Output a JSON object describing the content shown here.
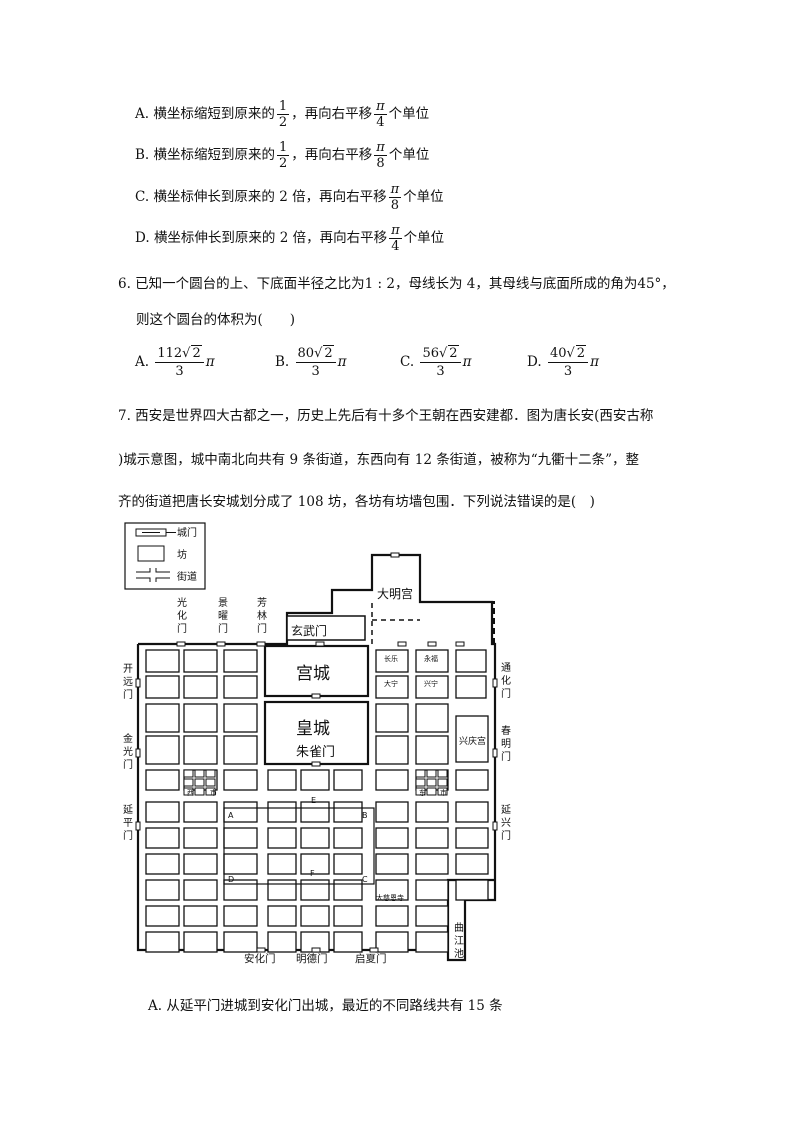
{
  "q5_options": [
    {
      "letter": "A.",
      "pre": "横坐标缩短到原来的",
      "num": "1",
      "den": "2",
      "mid": "，再向右平移",
      "pi_num": "π",
      "pi_den": "4",
      "post": "个单位"
    },
    {
      "letter": "B.",
      "pre": "横坐标缩短到原来的",
      "num": "1",
      "den": "2",
      "mid": "，再向右平移",
      "pi_num": "π",
      "pi_den": "8",
      "post": "个单位"
    },
    {
      "letter": "C.",
      "pre": "横坐标伸长到原来的 2 倍，再向右平移",
      "pi_num": "π",
      "pi_den": "8",
      "post": "个单位"
    },
    {
      "letter": "D.",
      "pre": "横坐标伸长到原来的 2 倍，再向右平移",
      "pi_num": "π",
      "pi_den": "4",
      "post": "个单位"
    }
  ],
  "q6": {
    "text1": "6. 已知一个圆台的上、下底面半径之比为1 : 2，母线长为 4，其母线与底面所成的角为45°，",
    "text2": "则这个圆台的体积为(　　)",
    "options": [
      {
        "letter": "A.",
        "coef": "112",
        "rad": "2",
        "den": "3",
        "pi": "π"
      },
      {
        "letter": "B.",
        "coef": "80",
        "rad": "2",
        "den": "3",
        "pi": "π"
      },
      {
        "letter": "C.",
        "coef": "56",
        "rad": "2",
        "den": "3",
        "pi": "π"
      },
      {
        "letter": "D.",
        "coef": "40",
        "rad": "2",
        "den": "3",
        "pi": "π"
      }
    ]
  },
  "q7": {
    "line1": "7. 西安是世界四大古都之一，历史上先后有十多个王朝在西安建都．图为唐长安(西安古称",
    "line2": ")城示意图，城中南北向共有 9 条街道，东西向有 12 条街道，被称为“九衢十二条”，整",
    "line3": "齐的街道把唐长安城划分成了 108 坊，各坊有坊墙包围．下列说法错误的是(　)",
    "option_a": "A. 从延平门进城到安化门出城，最近的不同路线共有 15 条"
  },
  "map": {
    "legend": {
      "gate": "城门",
      "ward": "坊",
      "street": "街道"
    },
    "north_gates": {
      "guanghua": "光化门",
      "jingyao": "景曜门",
      "fanglin": "芳林门"
    },
    "xuanwu": "玄武门",
    "daming": "大明宫",
    "gongcheng": "宫城",
    "huangcheng": "皇城",
    "zhuque": "朱雀门",
    "west_gates": {
      "kaiyuan": "开远门",
      "jinguang": "金光门",
      "yanping": "延平门"
    },
    "east_gates": {
      "tonghua": "通化门",
      "chunming": "春明门",
      "yanxing": "延兴门"
    },
    "south_gates": {
      "anhua": "安化门",
      "mingde": "明德门",
      "qixia": "启夏门"
    },
    "wards": {
      "changle": "长乐",
      "yongfu": "永福",
      "taining": "大宁",
      "xingning": "兴宁",
      "xingqing": "兴庆宫",
      "ci_en": "大慈恩寺",
      "qujiang": "曲江池"
    },
    "markets": {
      "west": "西",
      "west2": "市",
      "east": "东",
      "east2": "市"
    },
    "points": {
      "a": "A",
      "b": "B",
      "c": "C",
      "d": "D",
      "e": "E",
      "f": "F"
    }
  }
}
